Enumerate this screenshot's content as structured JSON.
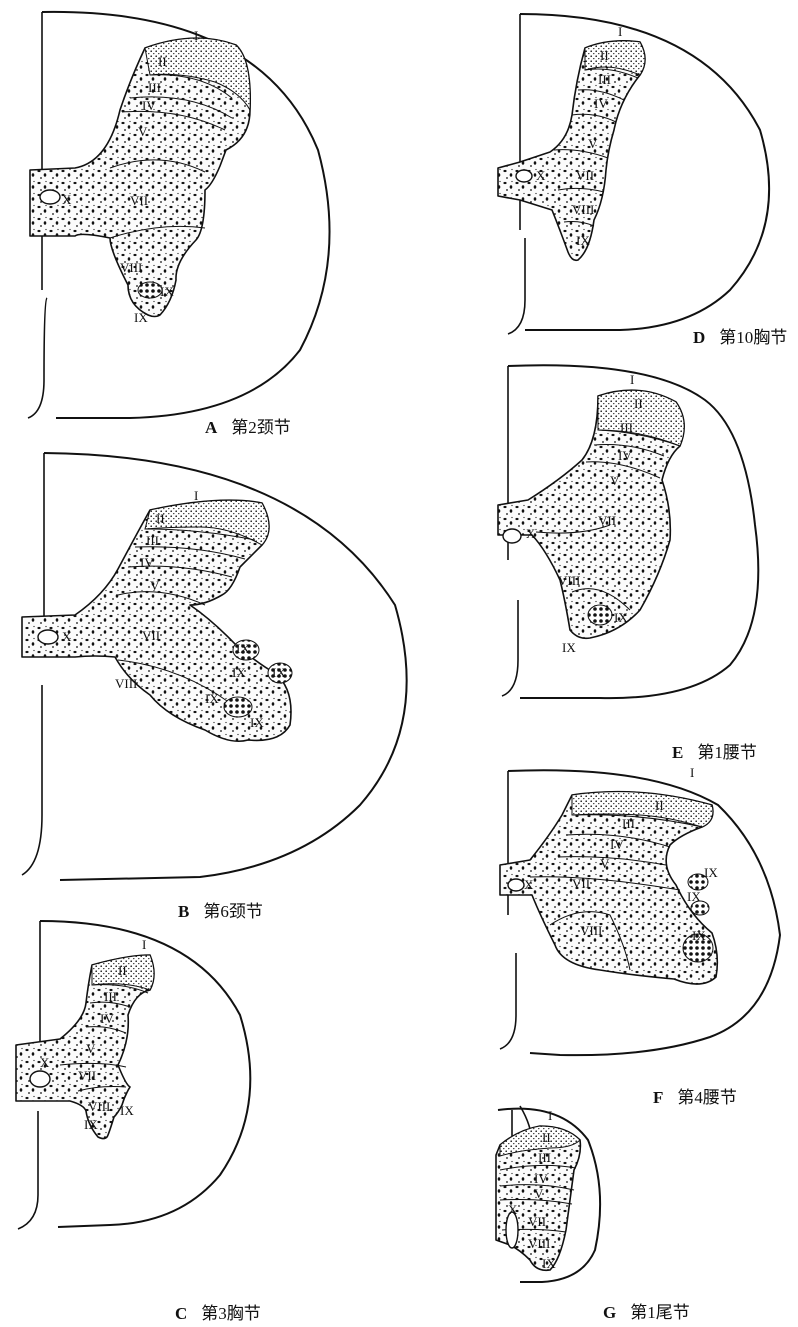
{
  "panels": {
    "A": {
      "letter": "A",
      "caption": "第2颈节",
      "laminae": {
        "l1": "I",
        "l2": "II",
        "l3": "III",
        "l4": "IV",
        "l5": "V",
        "l7": "VII",
        "l8": "VIII",
        "l9a": "IX",
        "l9b": "IX",
        "l10": "X"
      }
    },
    "B": {
      "letter": "B",
      "caption": "第6颈节",
      "laminae": {
        "l1": "I",
        "l2": "II",
        "l3": "III",
        "l4": "IV",
        "l5": "V",
        "l7": "VII",
        "l8": "VIII",
        "l9a": "IX",
        "l9b": "IX",
        "l9c": "IX",
        "l9d": "IX",
        "l9e": "IX",
        "l10": "X"
      }
    },
    "C": {
      "letter": "C",
      "caption": "第3胸节",
      "laminae": {
        "l1": "I",
        "l2": "II",
        "l3": "III",
        "l4": "IV",
        "l5": "V",
        "l7": "VII",
        "l8": "VIII",
        "l9a": "IX",
        "l9b": "IX",
        "l10": "X"
      }
    },
    "D": {
      "letter": "D",
      "caption": "第10胸节",
      "laminae": {
        "l1": "I",
        "l2": "II",
        "l3": "III",
        "l4": "IV",
        "l5": "V",
        "l7": "VII",
        "l8": "VIII",
        "l9a": "IX",
        "l10": "X"
      }
    },
    "E": {
      "letter": "E",
      "caption": "第1腰节",
      "laminae": {
        "l1": "I",
        "l2": "II",
        "l3": "III",
        "l4": "IV",
        "l5": "V",
        "l7": "VII",
        "l8": "VIII",
        "l9a": "IX",
        "l9b": "IX",
        "l10": "X"
      }
    },
    "F": {
      "letter": "F",
      "caption": "第4腰节",
      "laminae": {
        "l1": "I",
        "l2": "II",
        "l3": "III",
        "l4": "IV",
        "l5": "V",
        "l7": "VII",
        "l8": "VIII",
        "l9a": "IX",
        "l9b": "IX",
        "l9c": "IX",
        "l10": "X"
      }
    },
    "G": {
      "letter": "G",
      "caption": "第1尾节",
      "laminae": {
        "l1": "I",
        "l2": "II",
        "l3": "III",
        "l4": "IV",
        "l5": "V",
        "l7": "VII",
        "l8": "VIII",
        "l9a": "IX",
        "l10": "X"
      }
    }
  }
}
